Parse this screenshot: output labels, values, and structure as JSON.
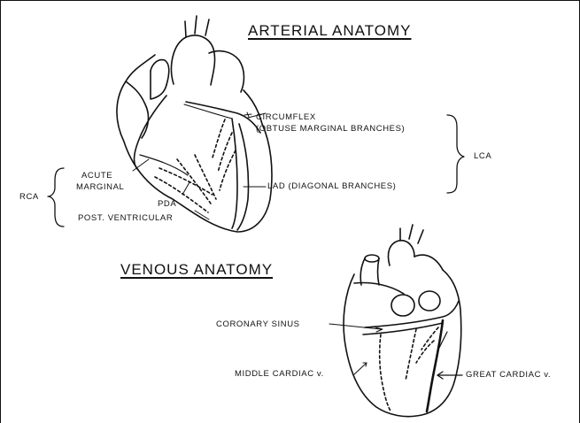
{
  "arterial": {
    "title": "ARTERIAL ANATOMY",
    "labels": {
      "circumflex": "CIRCUMFLEX",
      "obtuse_marginal": "(OBTUSE MARGINAL BRANCHES)",
      "lca": "LCA",
      "acute": "ACUTE",
      "marginal": "MARGINAL",
      "rca": "RCA",
      "pda": "PDA",
      "lad": "LAD (DIAGONAL BRANCHES)",
      "post_ventricular": "POST. VENTRICULAR"
    }
  },
  "venous": {
    "title": "VENOUS ANATOMY",
    "labels": {
      "coronary_sinus": "CORONARY SINUS",
      "middle_cardiac": "MIDDLE CARDIAC v.",
      "great_cardiac": "GREAT CARDIAC v."
    }
  }
}
